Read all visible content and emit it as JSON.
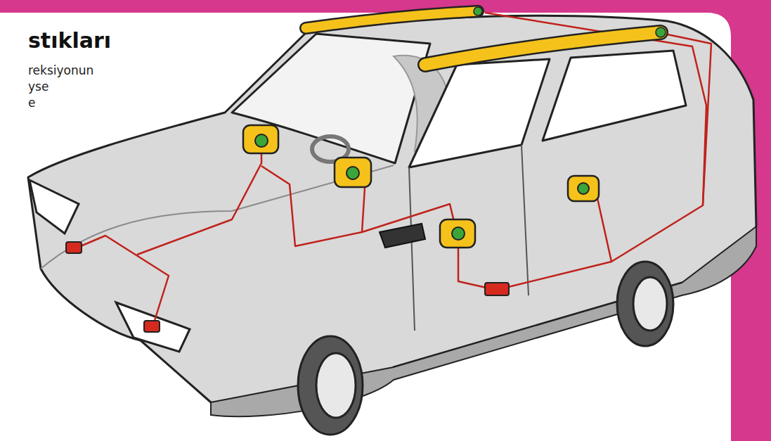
{
  "diagram": {
    "title": "stıkları",
    "labels": [
      "reksiyonun",
      "yse",
      "e"
    ]
  }
}
